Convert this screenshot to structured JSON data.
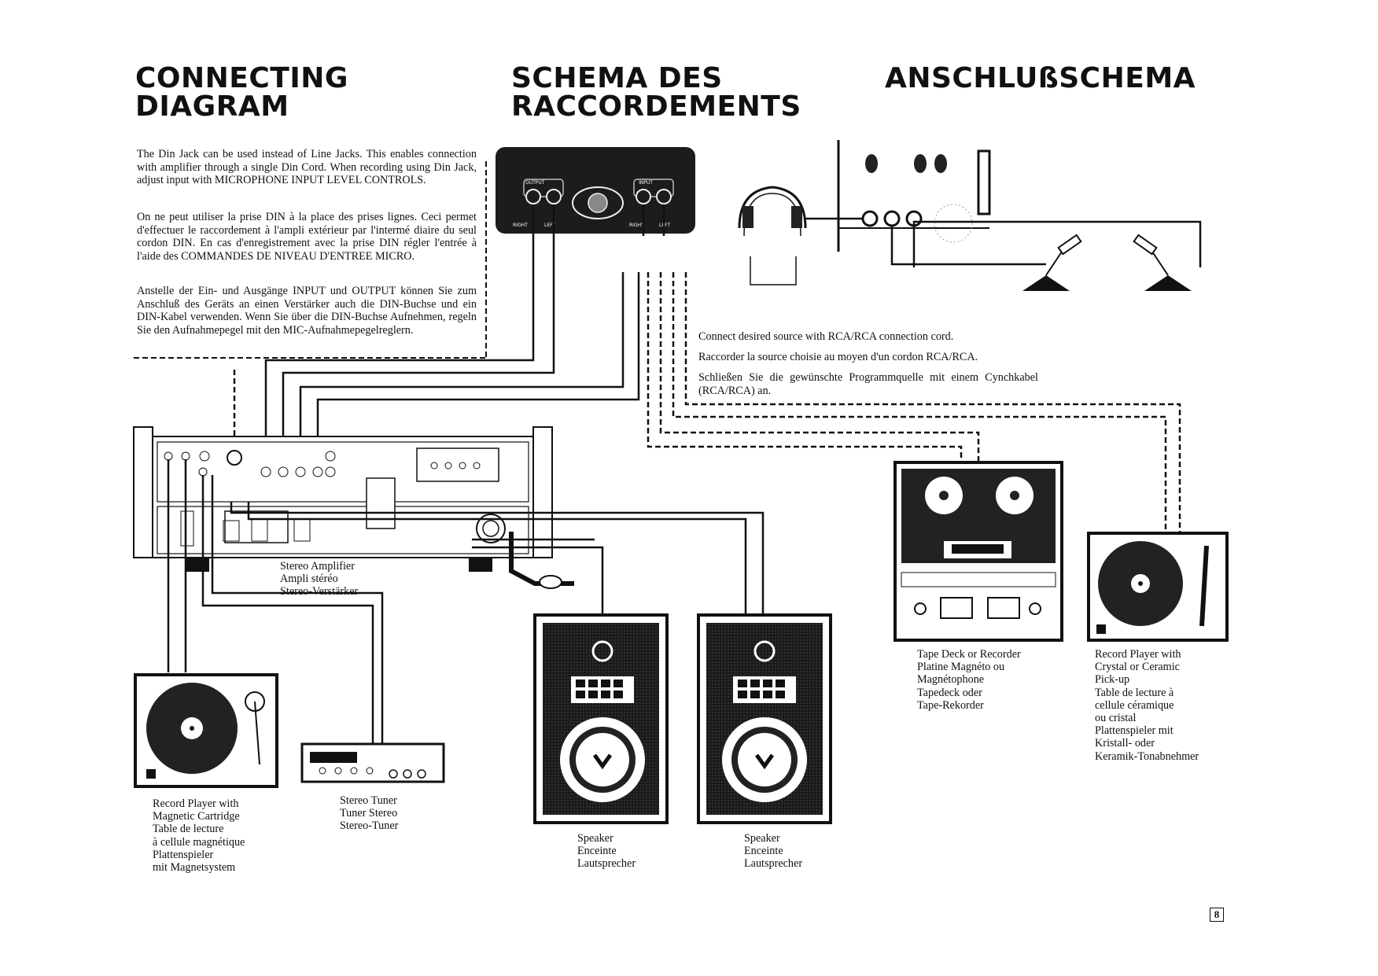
{
  "titles": {
    "english": [
      "CONNECTING",
      "DIAGRAM"
    ],
    "french": [
      "SCHEMA DES",
      "RACCORDEMENTS"
    ],
    "german": [
      "ANSCHLUßSCHEMA"
    ]
  },
  "din_note": {
    "english": "The Din Jack can be used instead of Line Jacks. This enables connection with amplifier through a single Din Cord. When recording using Din Jack, adjust input with MICROPHONE INPUT LEVEL CONTROLS.",
    "french": "On ne peut utiliser la prise DIN à la place des prises lignes. Ceci permet d'effectuer le raccordement à l'ampli extérieur par l'intermé diaire du seul cordon DIN. En cas d'enregistrement avec la prise DIN régler l'entrée à l'aide des COMMANDES DE NIVEAU D'ENTREE MICRO.",
    "german": "Anstelle der Ein- und Ausgänge INPUT und OUTPUT können Sie zum Anschluß des Geräts an einen Verstärker auch die DIN-Buchse und ein DIN-Kabel verwenden. Wenn Sie über die DIN-Buchse Aufnehmen, regeln Sie den Aufnahmepegel mit den MIC-Aufnahmepegelreglern."
  },
  "rca_note": {
    "english": "Connect desired source with RCA/RCA connection cord.",
    "french": "Raccorder la source choisie au moyen d'un cordon RCA/RCA.",
    "german": "Schließen Sie die gewünschte Programmquelle mit einem Cynchkabel (RCA/RCA) an."
  },
  "jack_panel": {
    "output": "OUTPUT",
    "input": "INPUT",
    "right_out": "RIGHT",
    "left_out": "LEFT",
    "right_in": "RIGHT",
    "left_in": "LEFT"
  },
  "captions": {
    "amplifier": [
      "Stereo Amplifier",
      "Ampli stéréo",
      "Stereo-Verstärker"
    ],
    "record_player_magnetic": [
      "Record Player with",
      "Magnetic Cartridge",
      "Table de lecture",
      "à cellule magnétique",
      "Plattenspieler",
      "mit Magnetsystem"
    ],
    "tuner": [
      "Stereo Tuner",
      "Tuner Stereo",
      "Stereo-Tuner"
    ],
    "speaker_left": [
      "Speaker",
      "Enceinte",
      "Lautsprecher"
    ],
    "speaker_right": [
      "Speaker",
      "Enceinte",
      "Lautsprecher"
    ],
    "tape_deck": [
      "Tape Deck or Recorder",
      "Platine Magnéto ou",
      "Magnétophone",
      "Tapedeck oder",
      "Tape-Rekorder"
    ],
    "record_player_crystal": [
      "Record Player with",
      "Crystal or Ceramic",
      "Pick-up",
      "Table de lecture à",
      "cellule céramique",
      "ou cristal",
      "Plattenspieler mit",
      "Kristall- oder",
      "Keramik-Tonabnehmer"
    ]
  },
  "page_number": "8"
}
